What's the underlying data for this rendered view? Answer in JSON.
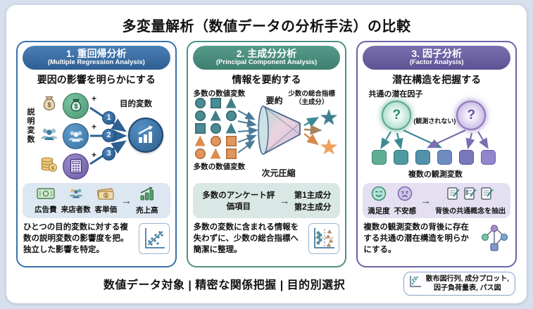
{
  "title": "多変量解析（数値データの分析手法）の比較",
  "panels": [
    {
      "title": "1. 重回帰分析",
      "subtitle": "(Multiple Regression Analysis)",
      "tagline": "要因の影響を明らかにする",
      "diagram": {
        "left_label": "説明変数",
        "target_label": "目的変数",
        "plus": "+",
        "numbers": [
          "1",
          "2",
          "3"
        ]
      },
      "examples": {
        "items": [
          "広告費",
          "来店者数",
          "客単価"
        ],
        "arrow": "→",
        "result": "売上高"
      },
      "description": "ひとつの目的変数に対する複数の説明変数の影響度を把。独立した影響を特定。"
    },
    {
      "title": "2. 主成分分析",
      "subtitle": "(Principal Component Analysis)",
      "tagline": "情報を要約する",
      "diagram": {
        "input_label_top": "多数の数値変数",
        "input_label_bottom": "多数の数値変数",
        "process_label": "要約",
        "compress_label": "次元圧縮",
        "output_label_line1": "少数の総合指標",
        "output_label_line2": "（主成分）"
      },
      "examples": {
        "source": "多数のアンケート評価項目",
        "arrow": "→",
        "results": [
          "第1主成分",
          "第2主成分"
        ]
      },
      "description": "多数の変数に含まれる情報を失わずに、少数の総合指標へ簡潔に整理。"
    },
    {
      "title": "3. 因子分析",
      "subtitle": "(Factor Analysis)",
      "tagline": "潜在構造を把握する",
      "diagram": {
        "factor_label": "共通の潜在因子",
        "question_mark": "?",
        "unobserved_note": "(観測されない)",
        "observed_label": "複数の観測変数"
      },
      "examples": {
        "item1": "満足度",
        "item2": "不安感",
        "arrow": "→",
        "result": "背後の共通概念を抽出"
      },
      "description": "複数の観測変数の背後に存在する共通の潜在構造を明らかにする。"
    }
  ],
  "footer": {
    "summary": "数値データ対象 | 精密な関係把握 | 目的別選択",
    "box_line1": "散布図行列, 成分プロット,",
    "box_line2": "因子負荷量表, パス図"
  },
  "colors": {
    "background": "#d6e0ec",
    "card": "#ffffff",
    "regression_accent": "#3a72ab",
    "pca_accent": "#4e9183",
    "factor_accent": "#6c63a8",
    "teal_shape": "#4b8c94",
    "orange_shape": "#e2955c",
    "star_teal": "#3d7f91",
    "star_orange": "#f0a05a"
  },
  "icons": [
    "money-bag-icon",
    "visitors-icon",
    "coins-icon",
    "calculator-icon",
    "target-chart-icon",
    "banknote-icon",
    "price-icon",
    "sales-chart-icon",
    "scatter-trend-icon",
    "shape-grid",
    "funnel-icon",
    "star-icon",
    "quadrant-scatter-icon",
    "question-circle-icon",
    "smile-icon",
    "frown-icon",
    "survey-sheet-icon",
    "path-diagram-icon",
    "scatter-matrix-icon"
  ]
}
